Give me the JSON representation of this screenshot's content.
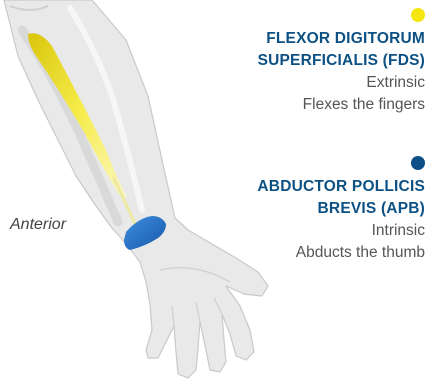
{
  "view_label": "Anterior",
  "colors": {
    "limb_fill": "#e9e9e9",
    "limb_shadow": "#d4d4d4",
    "limb_edge": "#c6c6c6",
    "heading": "#0d5184",
    "text": "#555555"
  },
  "muscles": [
    {
      "name_lines": [
        "FLEXOR DIGITORUM",
        "SUPERFICIALIS (FDS)"
      ],
      "type": "Extrinsic",
      "action": "Flexes the fingers",
      "color": "#f2e217"
    },
    {
      "name_lines": [
        "ABDUCTOR POLLICIS",
        "BREVIS (APB)"
      ],
      "type": "Intrinsic",
      "action": "Abducts the thumb",
      "color": "#0d4f86"
    }
  ]
}
